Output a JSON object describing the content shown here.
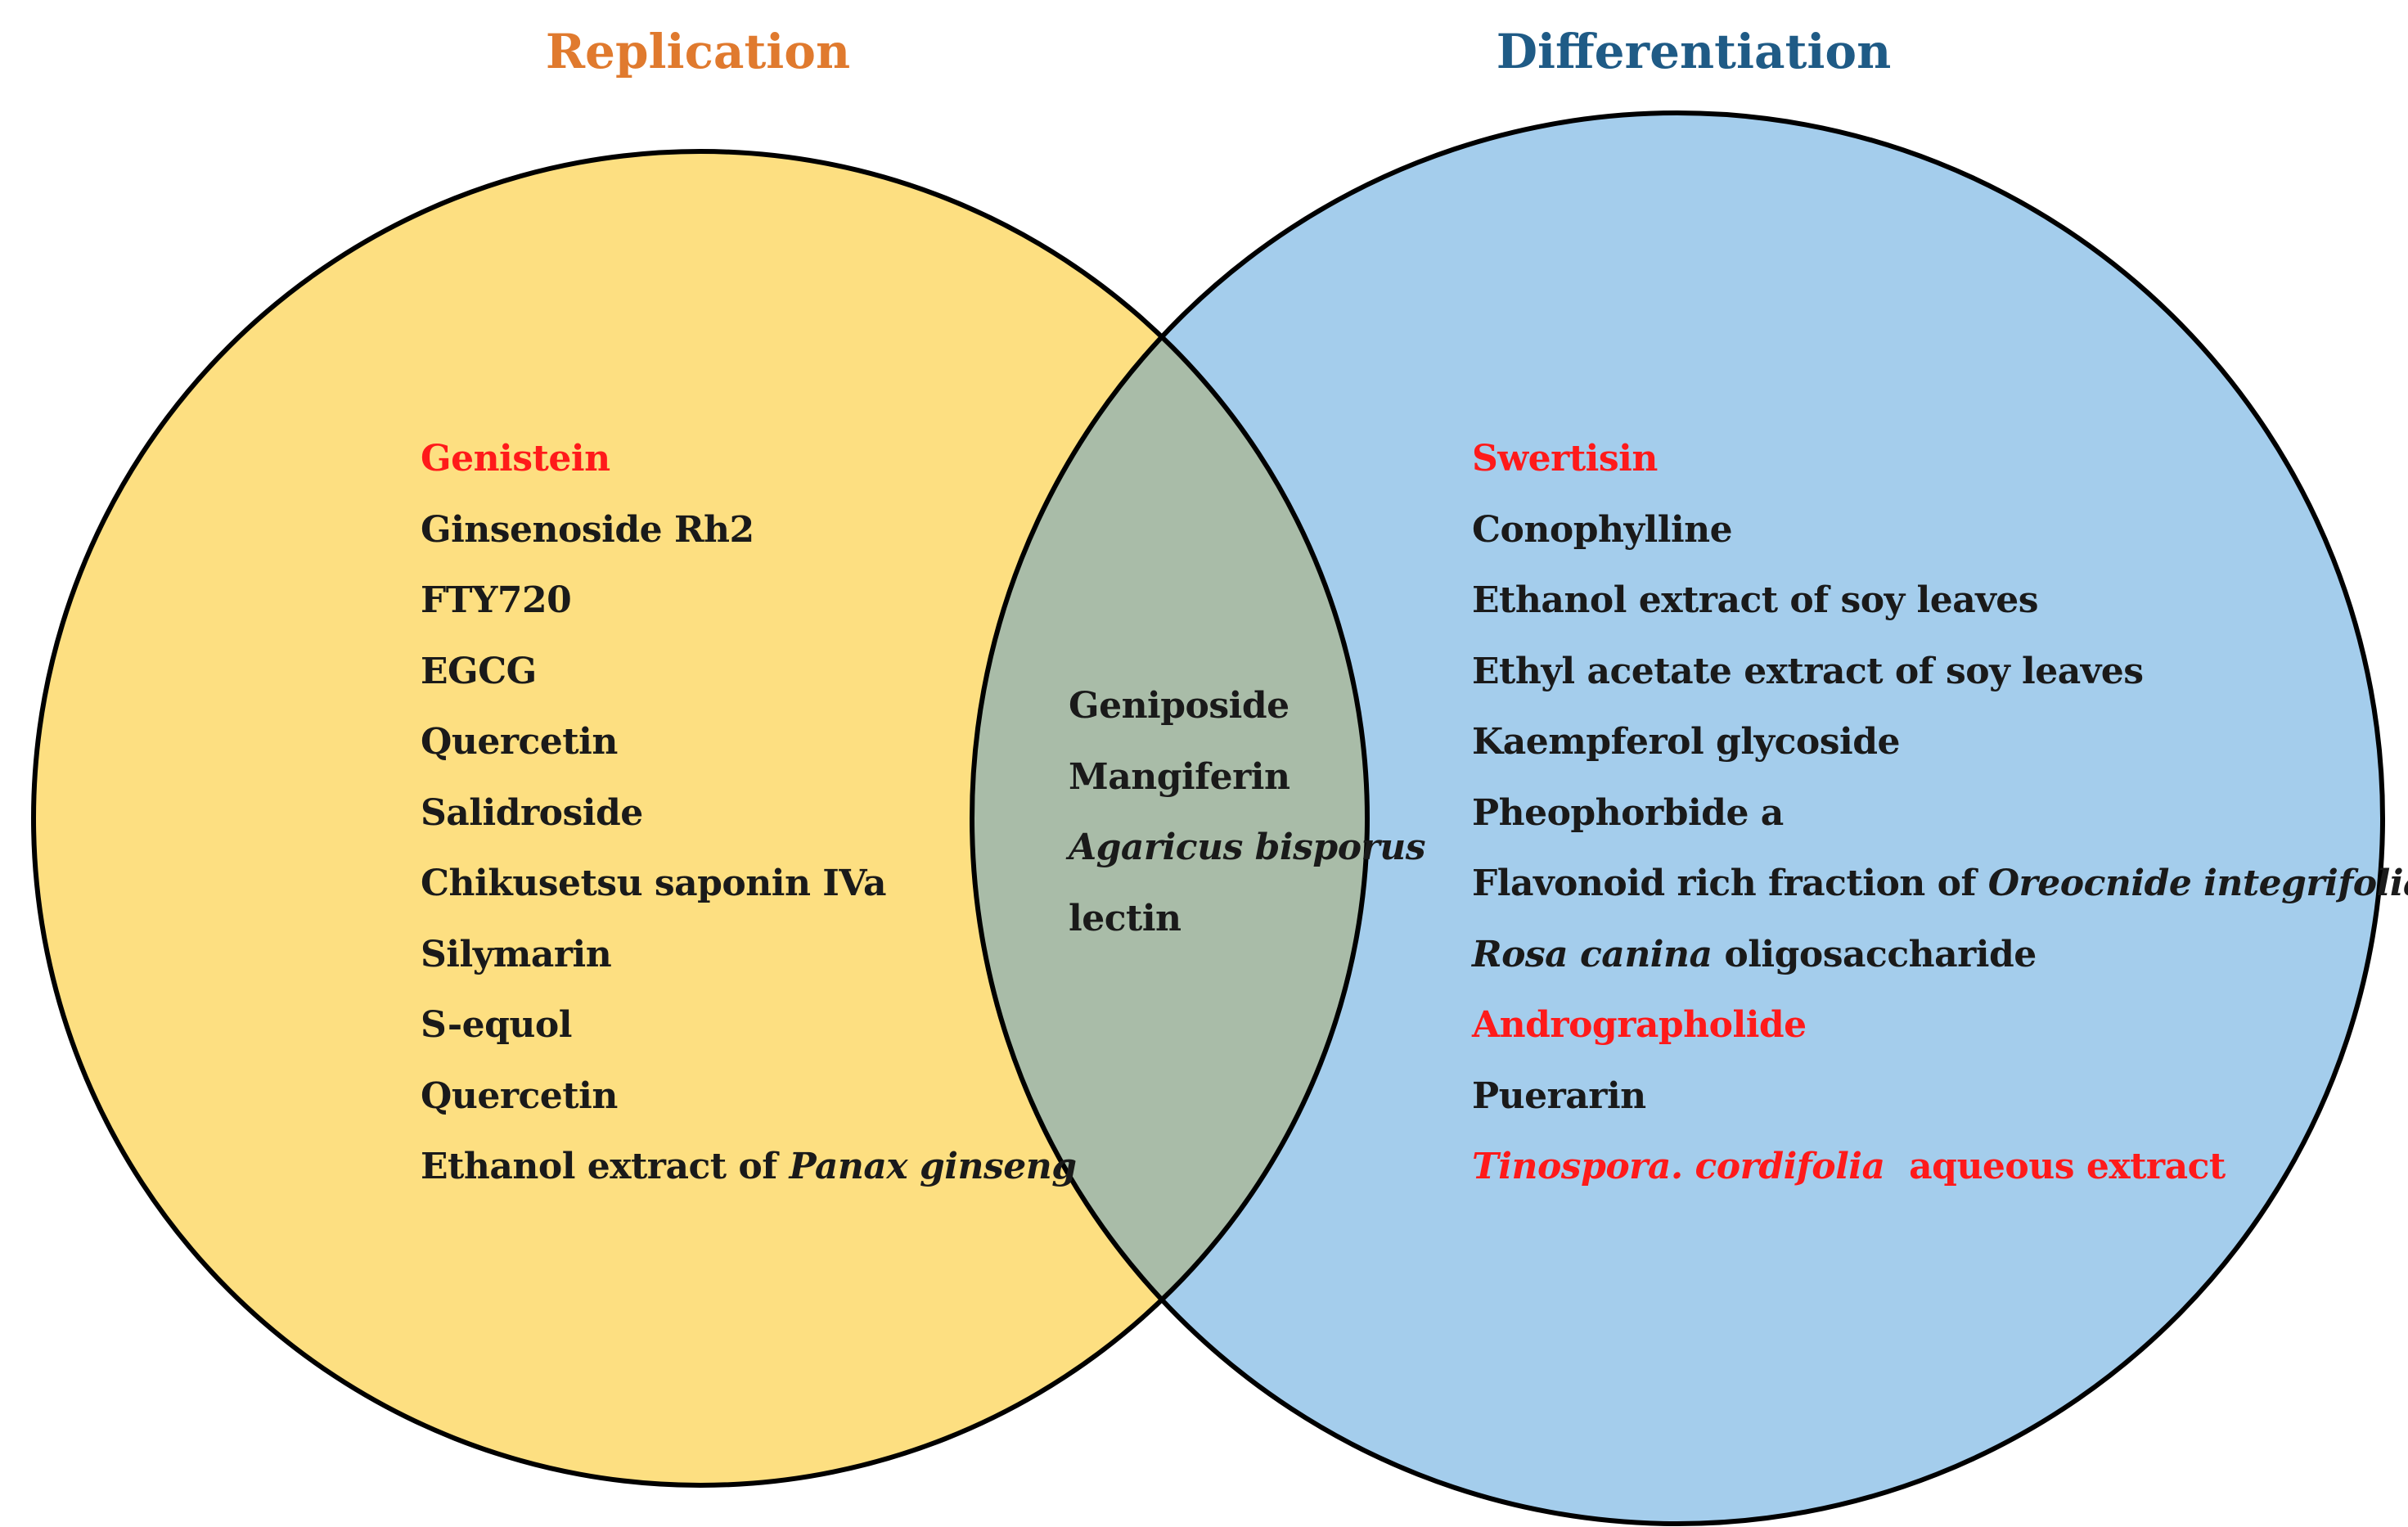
{
  "sets": {
    "replication": {
      "title": "Replication",
      "title_color": "#e07a2e",
      "fill": "#fddf81"
    },
    "differentiation": {
      "title": "Differentiation",
      "title_color": "#1f5b86",
      "fill": "#a4cdec"
    },
    "overlap_fill": "#a9bca8"
  },
  "highlight_color": "#ff1a1a",
  "text_color": "#1a1a1a",
  "replication_items": [
    {
      "parts": [
        {
          "text": "Genistein"
        }
      ],
      "highlight": true
    },
    {
      "parts": [
        {
          "text": "Ginsenoside Rh2"
        }
      ],
      "highlight": false
    },
    {
      "parts": [
        {
          "text": "FTY720"
        }
      ],
      "highlight": false
    },
    {
      "parts": [
        {
          "text": "EGCG"
        }
      ],
      "highlight": false
    },
    {
      "parts": [
        {
          "text": "Quercetin"
        }
      ],
      "highlight": false
    },
    {
      "parts": [
        {
          "text": "Salidroside"
        }
      ],
      "highlight": false
    },
    {
      "parts": [
        {
          "text": "Chikusetsu saponin IVa"
        }
      ],
      "highlight": false
    },
    {
      "parts": [
        {
          "text": "Silymarin"
        }
      ],
      "highlight": false
    },
    {
      "parts": [
        {
          "text": "S-equol"
        }
      ],
      "highlight": false
    },
    {
      "parts": [
        {
          "text": "Quercetin"
        }
      ],
      "highlight": false
    },
    {
      "parts": [
        {
          "text": "Ethanol extract of "
        },
        {
          "text": "Panax ginseng",
          "italic": true
        }
      ],
      "highlight": false
    }
  ],
  "shared_items": [
    {
      "parts": [
        {
          "text": "Geniposide"
        }
      ],
      "highlight": false
    },
    {
      "parts": [
        {
          "text": "Mangiferin"
        }
      ],
      "highlight": false
    },
    {
      "parts": [
        {
          "text": "Agaricus bisporus",
          "italic": true
        }
      ],
      "highlight": false
    },
    {
      "parts": [
        {
          "text": "lectin"
        }
      ],
      "highlight": false
    }
  ],
  "differentiation_items": [
    {
      "parts": [
        {
          "text": "Swertisin"
        }
      ],
      "highlight": true
    },
    {
      "parts": [
        {
          "text": "Conophylline"
        }
      ],
      "highlight": false
    },
    {
      "parts": [
        {
          "text": "Ethanol extract of soy leaves"
        }
      ],
      "highlight": false
    },
    {
      "parts": [
        {
          "text": "Ethyl acetate extract of soy leaves"
        }
      ],
      "highlight": false
    },
    {
      "parts": [
        {
          "text": "Kaempferol glycoside"
        }
      ],
      "highlight": false
    },
    {
      "parts": [
        {
          "text": "Pheophorbide a"
        }
      ],
      "highlight": false
    },
    {
      "parts": [
        {
          "text": "Flavonoid rich fraction of "
        },
        {
          "text": "Oreocnide integrifolia",
          "italic": true
        }
      ],
      "highlight": false
    },
    {
      "parts": [
        {
          "text": "Rosa canina",
          "italic": true
        },
        {
          "text": " oligosaccharide"
        }
      ],
      "highlight": false
    },
    {
      "parts": [
        {
          "text": "Andrographolide"
        }
      ],
      "highlight": true
    },
    {
      "parts": [
        {
          "text": "Puerarin"
        }
      ],
      "highlight": false
    },
    {
      "parts": [
        {
          "text": "Tinospora. cordifolia",
          "italic": true
        },
        {
          "text": "  aqueous extract"
        }
      ],
      "highlight": true
    }
  ]
}
